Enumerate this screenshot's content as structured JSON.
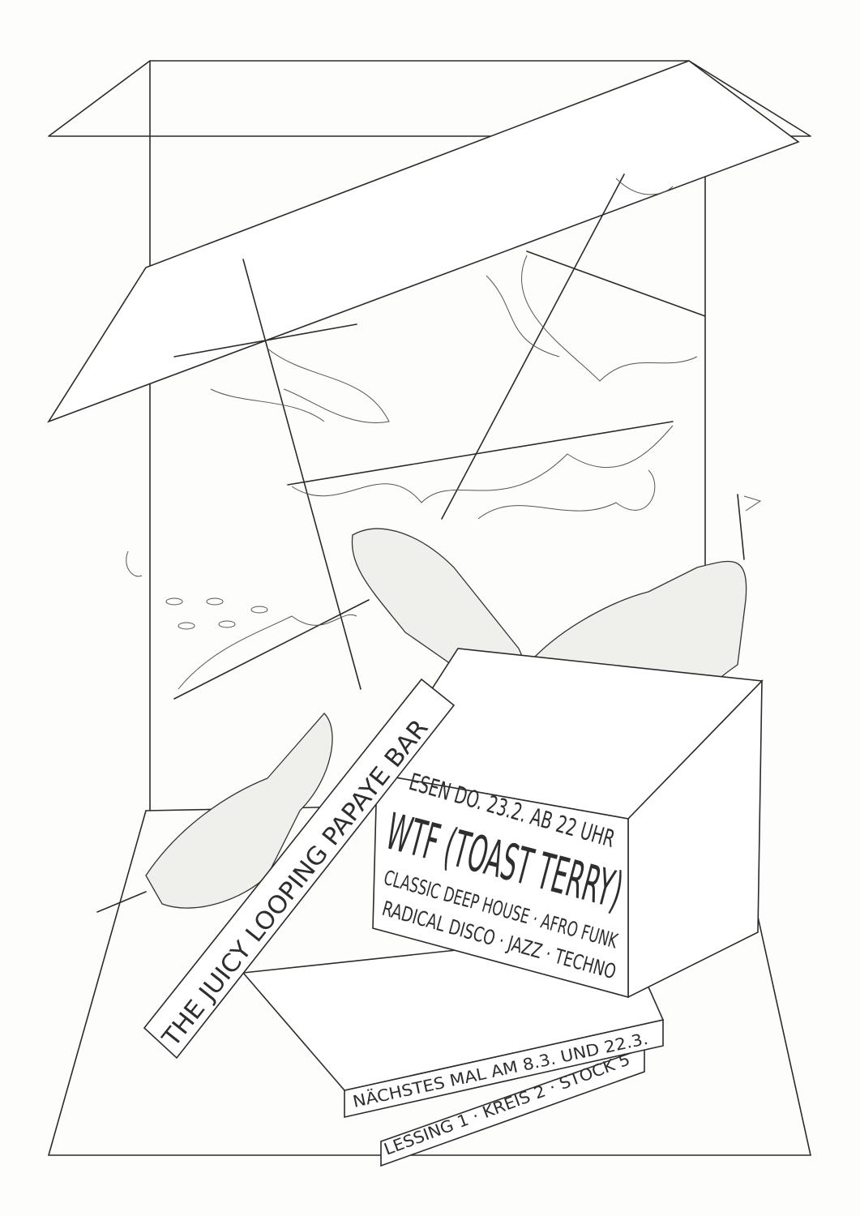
{
  "sign": {
    "text": "THE JUICY LOOPING PAPAYE BAR"
  },
  "box": {
    "line1": "ESEN DO. 23.2. AB 22 UHR",
    "line2": "WTF (TOAST TERRY)",
    "line3": "CLASSIC DEEP HOUSE · AFRO FUNK",
    "line4": "RADICAL DISCO · JAZZ · TECHNO"
  },
  "slabs": {
    "next_dates": "NÄCHSTES MAL AM 8.3. UND 22.3.",
    "address": "LESSING 1 · KREIS 2 · STOCK 5"
  }
}
